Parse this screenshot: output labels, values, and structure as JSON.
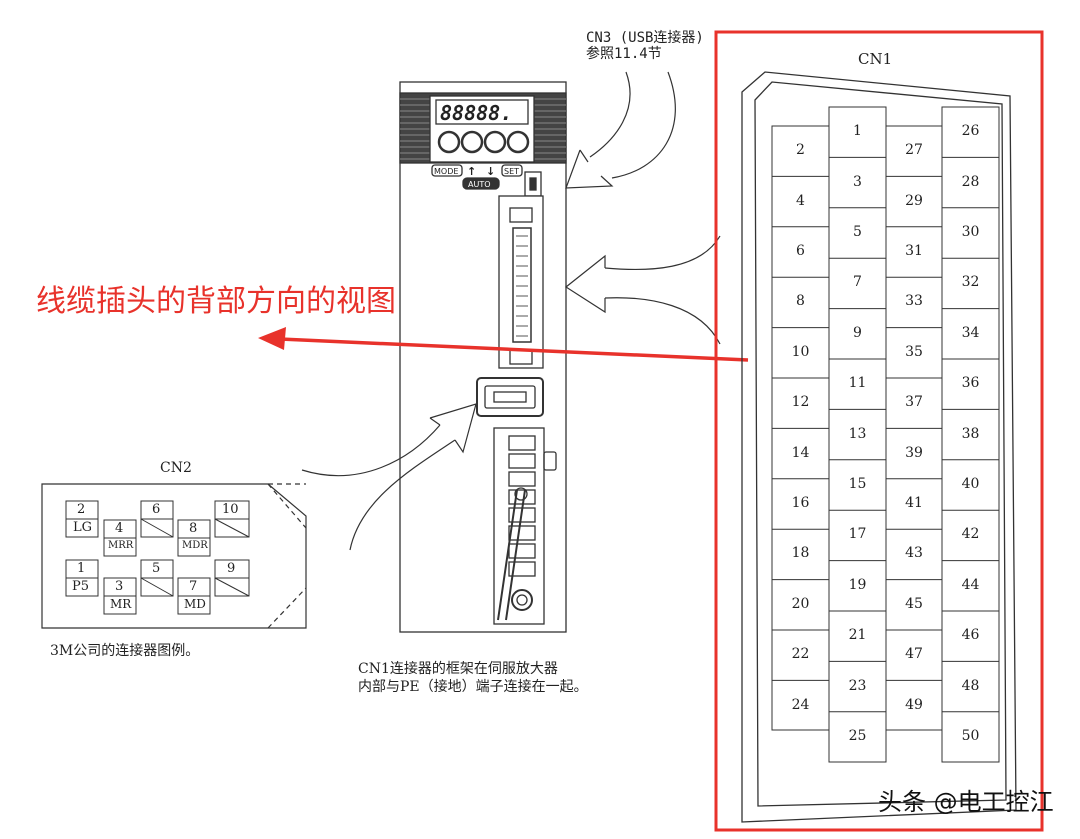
{
  "cn3_label": {
    "line1": "CN3 (USB连接器)",
    "line2": "参照11.4节"
  },
  "cn1_title": "CN1",
  "red_label": "线缆插头的背部方向的视图",
  "display_digits": "88888.",
  "panel_buttons": {
    "mode": "MODE",
    "up": "↑",
    "down": "↓",
    "set": "SET",
    "auto": "AUTO"
  },
  "cn2": {
    "title": "CN2",
    "pins": [
      {
        "num": "2",
        "sig": "LG"
      },
      {
        "num": "4",
        "sig": "MRR"
      },
      {
        "num": "6",
        "sig": ""
      },
      {
        "num": "8",
        "sig": "MDR"
      },
      {
        "num": "10",
        "sig": ""
      },
      {
        "num": "1",
        "sig": "P5"
      },
      {
        "num": "3",
        "sig": "MR"
      },
      {
        "num": "5",
        "sig": ""
      },
      {
        "num": "7",
        "sig": "MD"
      },
      {
        "num": "9",
        "sig": ""
      }
    ]
  },
  "caption_3m": "3M公司的连接器图例。",
  "caption_cn1": {
    "line1": "CN1连接器的框架在伺服放大器",
    "line2": "内部与PE（接地）端子连接在一起。"
  },
  "cn1_pins": {
    "col_left": [
      "2",
      "4",
      "6",
      "8",
      "10",
      "12",
      "14",
      "16",
      "18",
      "20",
      "22",
      "24"
    ],
    "col_mid_left": [
      "1",
      "3",
      "5",
      "7",
      "9",
      "11",
      "13",
      "15",
      "17",
      "19",
      "21",
      "23",
      "25"
    ],
    "col_mid_right": [
      "27",
      "29",
      "31",
      "33",
      "35",
      "37",
      "39",
      "41",
      "43",
      "45",
      "47",
      "49"
    ],
    "col_right": [
      "26",
      "28",
      "30",
      "32",
      "34",
      "36",
      "38",
      "40",
      "42",
      "44",
      "46",
      "48",
      "50"
    ]
  },
  "watermark": "头条 @电工控江"
}
